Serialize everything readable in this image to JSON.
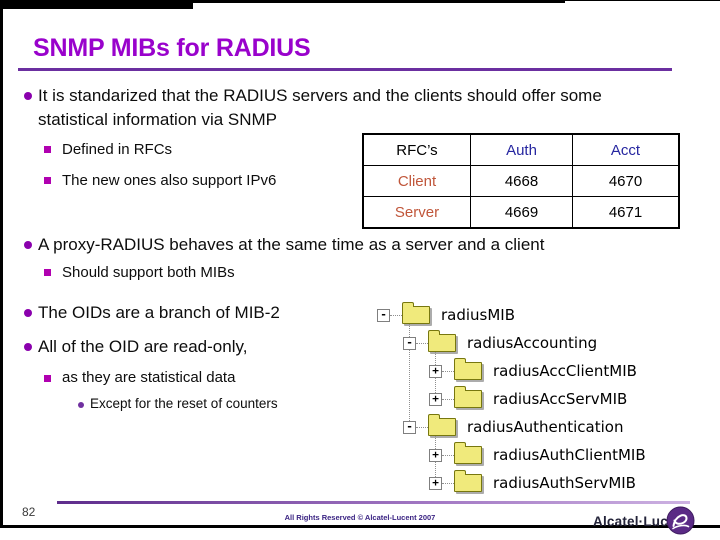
{
  "title": "SNMP MIBs for RADIUS",
  "bullets": {
    "b1": "It is standarized that the RADIUS servers and the clients should offer some statistical information via SNMP",
    "b1_sub1": "Defined in RFCs",
    "b1_sub2": "The new ones also support IPv6",
    "b2": "A proxy-RADIUS behaves at the same time as a server and a client",
    "b2_sub1": "Should support both MIBs",
    "b3": "The OIDs are a branch of MIB-2",
    "b4": "All of the OID are read-only,",
    "b4_sub1": "as they are statistical data",
    "b4_sub1_sub1": "Except for the reset of counters"
  },
  "table": {
    "headers": {
      "col1": "RFC’s",
      "col2": "Auth",
      "col3": "Acct"
    },
    "rows": [
      {
        "label": "Client",
        "auth": "4668",
        "acct": "4670"
      },
      {
        "label": "Server",
        "auth": "4669",
        "acct": "4671"
      }
    ]
  },
  "tree": {
    "nodes": [
      {
        "label": "radiusMIB",
        "toggle": "-",
        "level": 0
      },
      {
        "label": "radiusAccounting",
        "toggle": "-",
        "level": 1
      },
      {
        "label": "radiusAccClientMIB",
        "toggle": "+",
        "level": 2
      },
      {
        "label": "radiusAccServMIB",
        "toggle": "+",
        "level": 2
      },
      {
        "label": "radiusAuthentication",
        "toggle": "-",
        "level": 1
      },
      {
        "label": "radiusAuthClientMIB",
        "toggle": "+",
        "level": 2
      },
      {
        "label": "radiusAuthServMIB",
        "toggle": "+",
        "level": 2
      }
    ]
  },
  "footer": {
    "page_number": "82",
    "copyright": "All Rights Reserved © Alcatel-Lucent 2007",
    "brand": "Alcatel·Lucent"
  },
  "colors": {
    "title": "#9902cc",
    "title_rule": "#6b2fa0",
    "bullet_round": "#8a00ad",
    "bullet_square": "#b000b0",
    "table_header_blue": "#2626a0",
    "table_row_label": "#c0563a",
    "folder": "#f0ea7c",
    "footer_rule_left": "#5e2c8c",
    "footer_rule_right": "#cdb2e2",
    "logo_purple": "#5a2a85"
  }
}
